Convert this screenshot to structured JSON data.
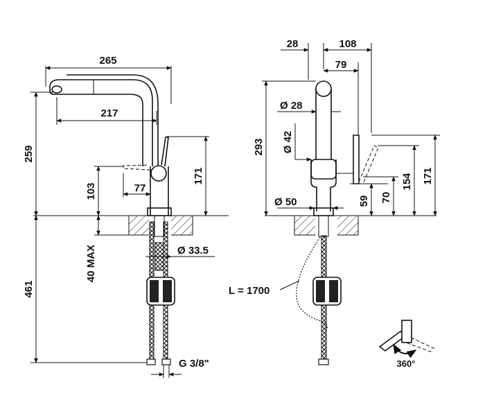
{
  "side_view": {
    "dim_width_total": "265",
    "dim_spout_reach": "217",
    "dim_body_height": "259",
    "dim_lever_height": "171",
    "dim_handle_height": "103",
    "dim_handle_reach": "77",
    "dim_below_counter": "461",
    "dim_counter_thickness": "40 MAX",
    "dim_hole_diameter": "Ø 33.5",
    "dim_thread": "G 3/8\""
  },
  "front_view": {
    "dim_28": "28",
    "dim_108": "108",
    "dim_79": "79",
    "dim_total_height": "293",
    "dim_spout_diameter": "Ø 28",
    "dim_body_diameter": "Ø 42",
    "dim_base_diameter": "Ø 50",
    "dim_59": "59",
    "dim_70": "70",
    "dim_154": "154",
    "dim_171": "171",
    "dim_hose_length": "L = 1700",
    "rotation_label": "360°"
  }
}
